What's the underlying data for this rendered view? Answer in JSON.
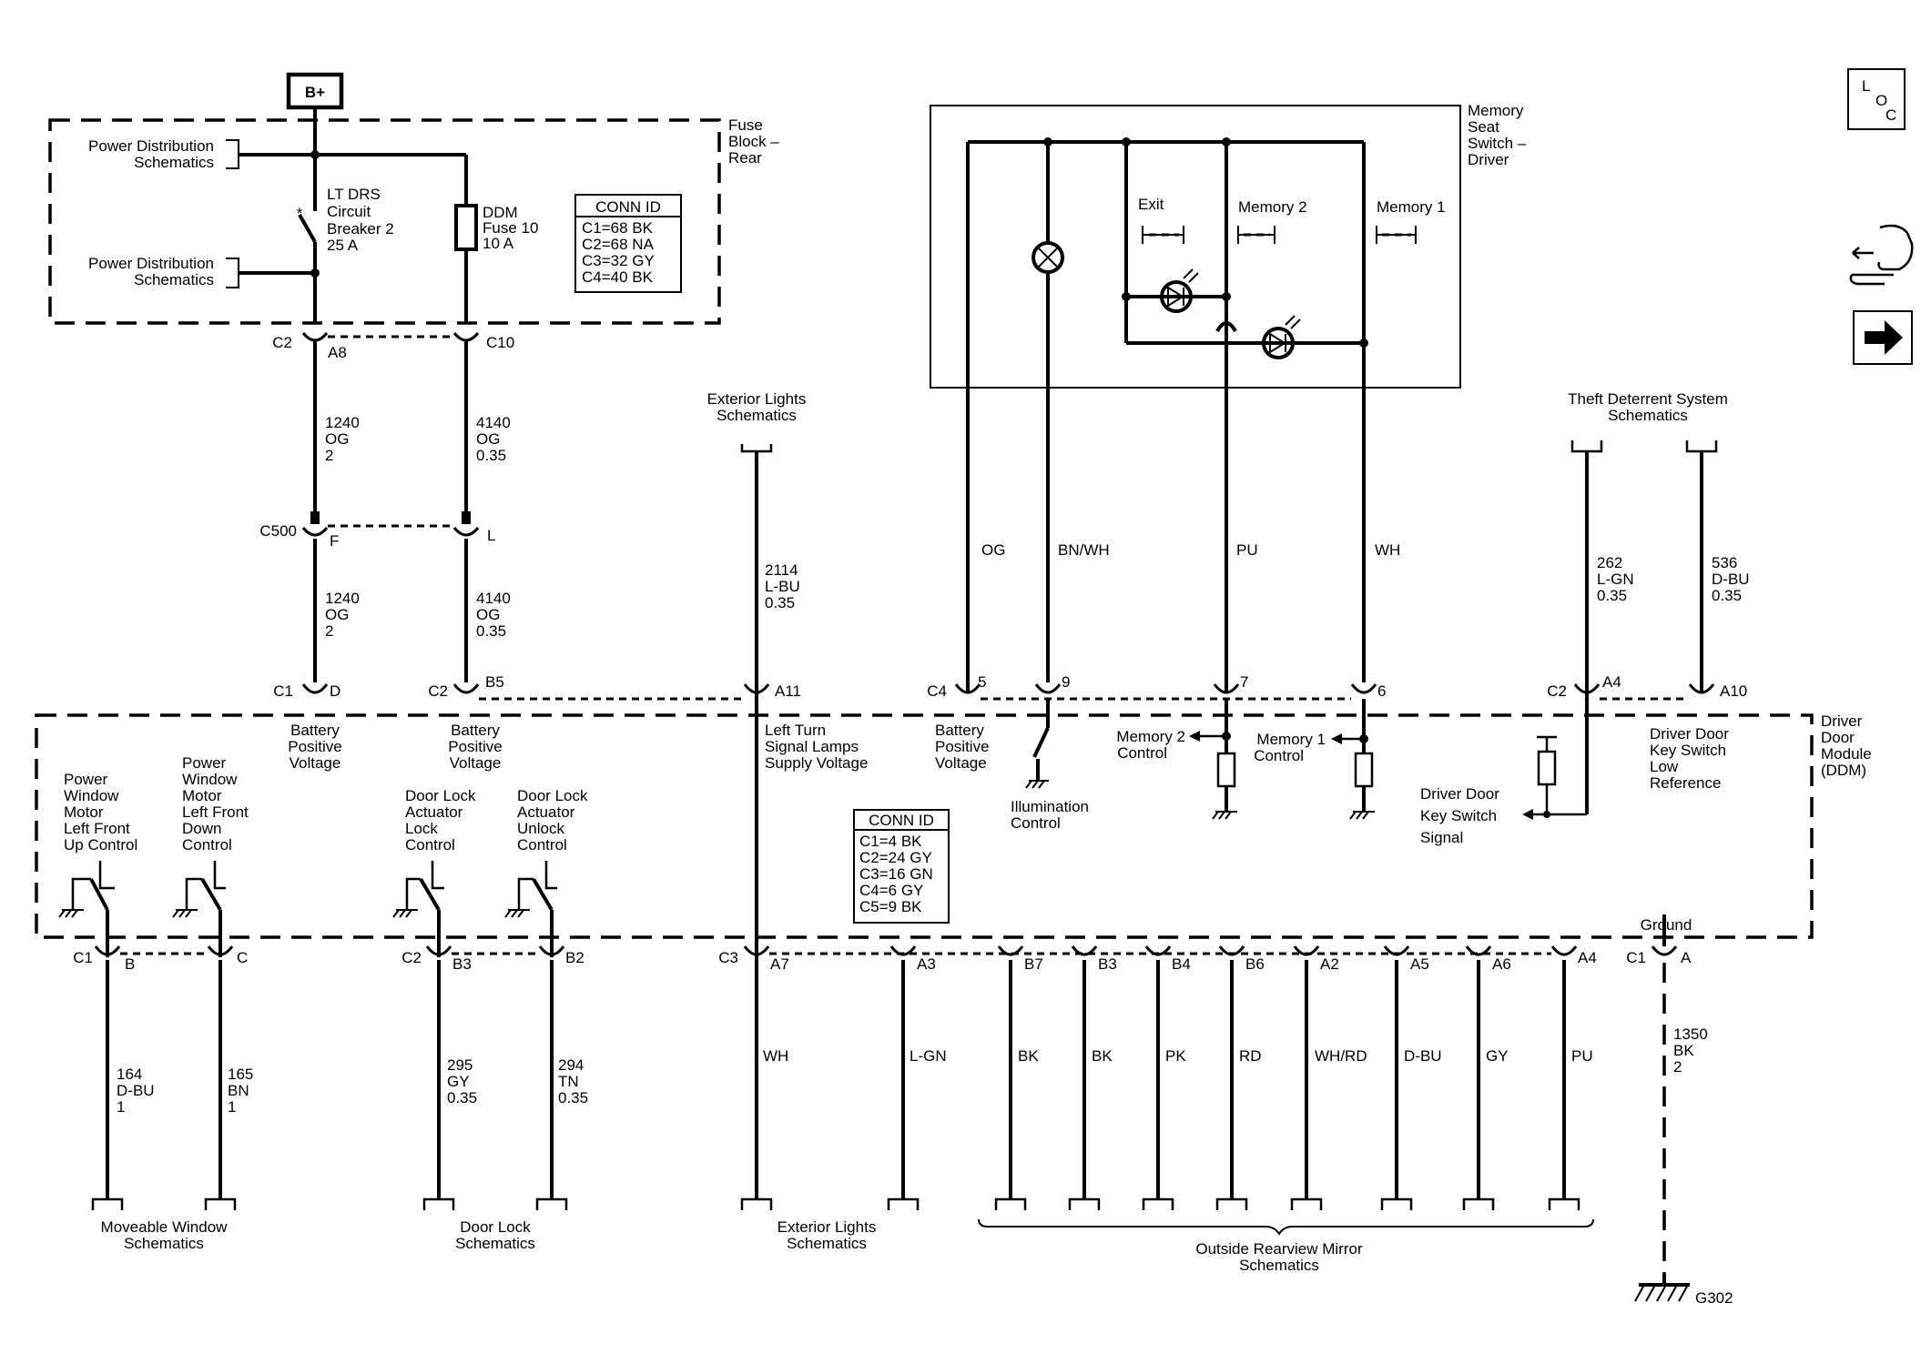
{
  "power": {
    "b_plus": "B+",
    "pd_schematics_1": [
      "Power Distribution",
      "Schematics"
    ],
    "pd_schematics_2": [
      "Power Distribution",
      "Schematics"
    ],
    "breaker": [
      "LT DRS",
      "Circuit",
      "Breaker 2",
      "25 A"
    ],
    "fuse": [
      "DDM",
      "Fuse 10",
      "10 A"
    ],
    "fuse_block": [
      "Fuse",
      "Block –",
      "Rear"
    ],
    "conn_id_title": "CONN ID",
    "conn_id_rows": [
      "C1=68 BK",
      "C2=68 NA",
      "C3=32 GY",
      "C4=40 BK"
    ]
  },
  "connectors": {
    "c2": "C2",
    "a8": "A8",
    "c10": "C10",
    "c500": "C500",
    "f": "F",
    "l": "L",
    "c1": "C1",
    "d": "D",
    "c2b": "C2",
    "b5": "B5",
    "a11": "A11",
    "c4": "C4",
    "p5": "5",
    "p9": "9",
    "p7": "7",
    "p6": "6",
    "c2c": "C2",
    "a4": "A4",
    "a10": "A10"
  },
  "wires": {
    "w1240_a": [
      "1240",
      "OG",
      "2"
    ],
    "w4140_a": [
      "4140",
      "OG",
      "0.35"
    ],
    "w1240_b": [
      "1240",
      "OG",
      "2"
    ],
    "w4140_b": [
      "4140",
      "OG",
      "0.35"
    ],
    "w2114": [
      "2114",
      "L-BU",
      "0.35"
    ],
    "og": "OG",
    "bnwh": "BN/WH",
    "pu": "PU",
    "wh": "WH",
    "w262": [
      "262",
      "L-GN",
      "0.35"
    ],
    "w536": [
      "536",
      "D-BU",
      "0.35"
    ]
  },
  "top_refs": {
    "exterior_lights": [
      "Exterior Lights",
      "Schematics"
    ],
    "theft_deterrent": [
      "Theft Deterrent System",
      "Schematics"
    ]
  },
  "memory_switch": {
    "title": [
      "Memory",
      "Seat",
      "Switch –",
      "Driver"
    ],
    "exit": "Exit",
    "memory2": "Memory 2",
    "memory1": "Memory 1"
  },
  "ddm": {
    "title": [
      "Driver",
      "Door",
      "Module",
      "(DDM)"
    ],
    "battery_positive_1": [
      "Battery",
      "Positive",
      "Voltage"
    ],
    "battery_positive_2": [
      "Battery",
      "Positive",
      "Voltage"
    ],
    "left_turn": [
      "Left Turn",
      "Signal Lamps",
      "Supply Voltage"
    ],
    "battery_positive_3": [
      "Battery",
      "Positive",
      "Voltage"
    ],
    "illumination": [
      "Illumination",
      "Control"
    ],
    "memory2_control": [
      "Memory 2",
      "Control"
    ],
    "memory1_control": [
      "Memory 1",
      "Control"
    ],
    "key_switch_signal": [
      "Driver Door",
      "Key Switch",
      "Signal"
    ],
    "key_switch_low": [
      "Driver Door",
      "Key Switch",
      "Low",
      "Reference"
    ],
    "pw_up": [
      "Power",
      "Window",
      "Motor",
      "Left Front",
      "Up Control"
    ],
    "pw_down": [
      "Power",
      "Window",
      "Motor",
      "Left Front",
      "Down",
      "Control"
    ],
    "lock": [
      "Door Lock",
      "Actuator",
      "Lock",
      "Control"
    ],
    "unlock": [
      "Door Lock",
      "Actuator",
      "Unlock",
      "Control"
    ],
    "conn_id_title": "CONN ID",
    "conn_id_rows": [
      "C1=4 BK",
      "C2=24 GY",
      "C3=16 GN",
      "C4=6 GY",
      "C5=9 BK"
    ],
    "ground": "Ground"
  },
  "bottom": {
    "pins": [
      "C1",
      "B",
      "C",
      "C2",
      "B3",
      "B2",
      "C3",
      "A7",
      "A3",
      "B7",
      "B3",
      "B4",
      "B6",
      "A2",
      "A5",
      "A6",
      "A4",
      "C1",
      "A"
    ],
    "w164": [
      "164",
      "D-BU",
      "1"
    ],
    "w165": [
      "165",
      "BN",
      "1"
    ],
    "w295": [
      "295",
      "GY",
      "0.35"
    ],
    "w294": [
      "294",
      "TN",
      "0.35"
    ],
    "colors": [
      "WH",
      "L-GN",
      "BK",
      "BK",
      "PK",
      "RD",
      "WH/RD",
      "D-BU",
      "GY",
      "PU"
    ],
    "w1350": [
      "1350",
      "BK",
      "2"
    ],
    "moveable_window": [
      "Moveable Window",
      "Schematics"
    ],
    "door_lock": [
      "Door Lock",
      "Schematics"
    ],
    "exterior_lights": [
      "Exterior Lights",
      "Schematics"
    ],
    "outside_mirror": [
      "Outside Rearview Mirror",
      "Schematics"
    ],
    "g302": "G302"
  },
  "legend": {
    "loc": [
      "L",
      "O",
      "C"
    ]
  }
}
